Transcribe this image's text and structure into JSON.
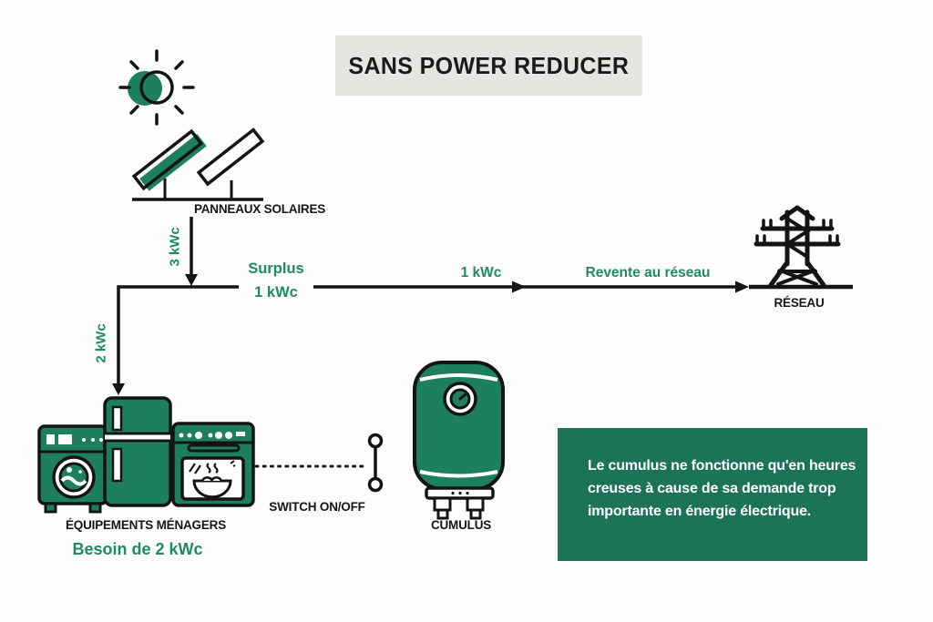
{
  "title": "SANS POWER REDUCER",
  "colors": {
    "background": "#fdfdfb",
    "ink": "#141414",
    "icon_green": "#1e7f5f",
    "text_green": "#1e8a66",
    "note_box_green": "#1c7357",
    "title_box_gray": "#e6e5e2"
  },
  "solar": {
    "label": "PANNEAUX SOLAIRES",
    "output_value": "3 kWc"
  },
  "bus": {
    "surplus_label": "Surplus",
    "surplus_value": "1 kWc"
  },
  "grid": {
    "flow_value": "1 kWc",
    "flow_label": "Revente au réseau",
    "label": "RÉSEAU"
  },
  "home": {
    "flow_value": "2 kWc",
    "label": "ÉQUIPEMENTS MÉNAGERS",
    "need_label": "Besoin de 2 kWc"
  },
  "switch": {
    "label": "SWITCH ON/OFF"
  },
  "cumulus": {
    "label": "CUMULUS"
  },
  "note": {
    "lines": [
      "Le cumulus ne fonctionne qu'en heures",
      "creuses à cause de sa demande trop",
      "importante en énergie électrique."
    ]
  },
  "icons": [
    "sun-icon",
    "solar-panels-icon",
    "transmission-tower-icon",
    "washing-machine-icon",
    "fridge-icon",
    "oven-icon",
    "switch-icon",
    "water-heater-icon"
  ]
}
